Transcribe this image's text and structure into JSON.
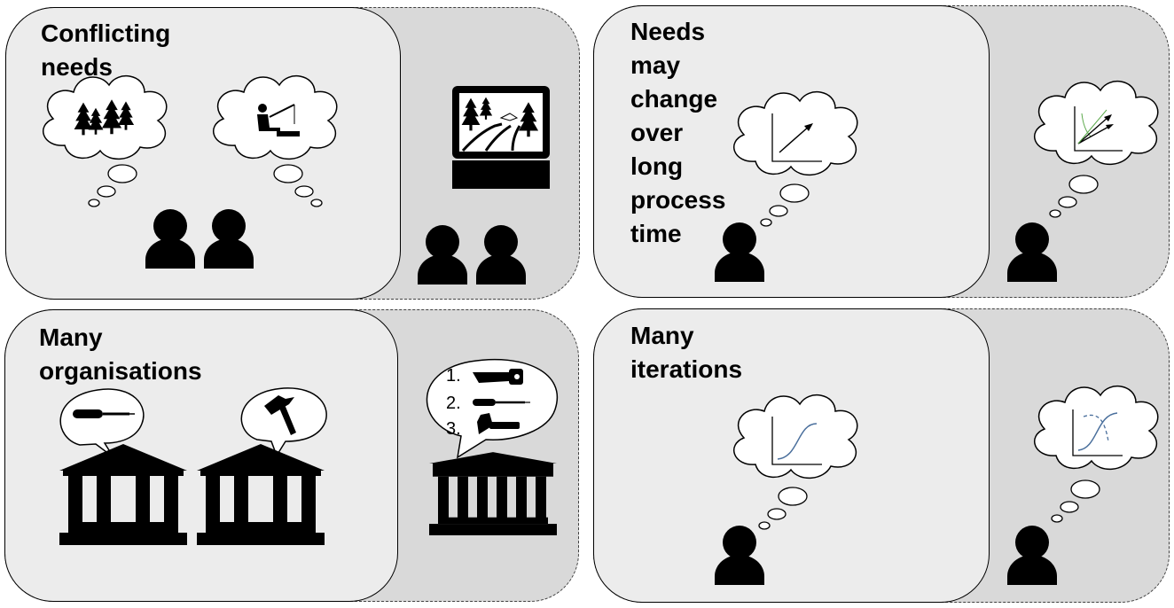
{
  "panels": {
    "conflicting_needs": {
      "title": "Conflicting needs"
    },
    "needs_change": {
      "title": "Needs may change\nover long process time"
    },
    "many_organisations": {
      "title": "Many organisations"
    },
    "many_iterations": {
      "title": "Many iterations"
    }
  },
  "tool_list": {
    "item1_number": "1.",
    "item2_number": "2.",
    "item3_number": "3."
  },
  "colors": {
    "outer_panel": "#d9d9d9",
    "inner_panel": "#ececec",
    "icon": "#000000",
    "curve_blue": "#4a6f9c",
    "arrow_green": "#5aa84a"
  }
}
